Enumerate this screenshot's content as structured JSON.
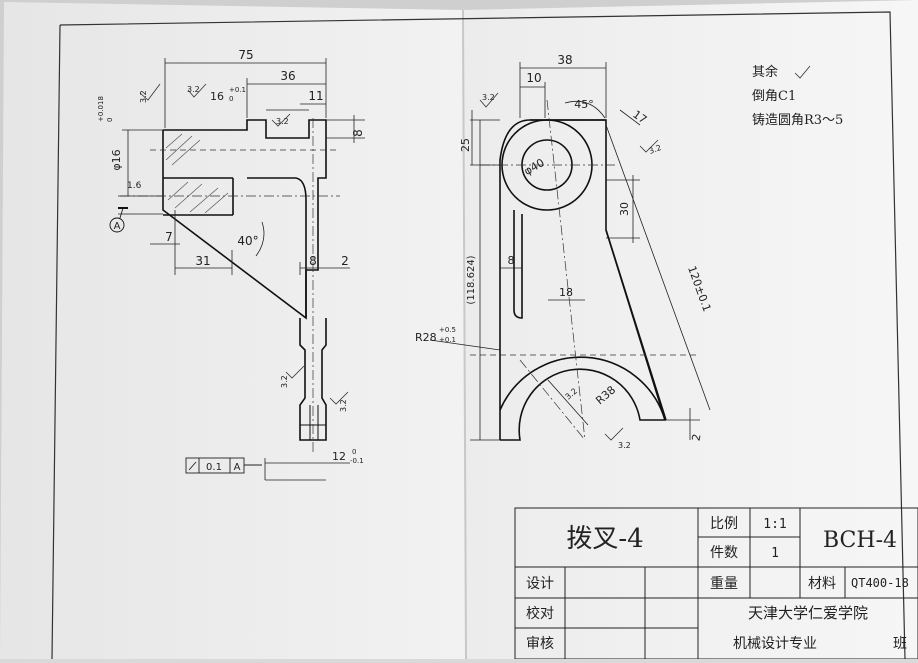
{
  "left_view": {
    "dim_75": "75",
    "dim_36": "36",
    "dim_11": "11",
    "dim_8_top": "8",
    "dim_16_tol": "16",
    "dim_16_tol_up": "+0.1",
    "dim_16_tol_low": "0",
    "dim_phi16": "φ16",
    "dim_phi16_up": "+0.018",
    "dim_phi16_low": "0",
    "rough_32": "3.2",
    "rough_16": "1.6",
    "datum": "A",
    "dim_7": "7",
    "dim_31": "31",
    "angle_40": "40°",
    "dim_8": "8",
    "dim_2": "2",
    "geo_tol_value": "0.1",
    "geo_tol_datum": "A",
    "dim_12": "12",
    "dim_12_up": "0",
    "dim_12_low": "-0.1"
  },
  "right_view": {
    "dim_38": "38",
    "dim_10": "10",
    "angle_45": "45°",
    "dim_17": "17",
    "dim_25": "25",
    "dim_phi40": "φ40",
    "dim_30": "30",
    "dim_118": "(118.624)",
    "dim_8": "8",
    "dim_18": "18",
    "dim_120": "120±0.1",
    "dim_R28": "R28",
    "dim_R28_up": "+0.5",
    "dim_R28_low": "+0.1",
    "dim_R38": "R38",
    "dim_2": "2",
    "rough_32": "3.2"
  },
  "notes": {
    "line1": "其余",
    "line2": "倒角C1",
    "line3": "铸造圆角R3～5"
  },
  "title_block": {
    "part_name": "拨叉-4",
    "scale_label": "比例",
    "scale_value": "1:1",
    "count_label": "件数",
    "count_value": "1",
    "drawing_no": "BCH-4",
    "design_label": "设计",
    "weight_label": "重量",
    "material_label": "材料",
    "material_value": "QT400-18",
    "check_label": "校对",
    "school": "天津大学仁爱学院",
    "review_label": "审核",
    "major": "机械设计专业",
    "class_label": "班"
  }
}
